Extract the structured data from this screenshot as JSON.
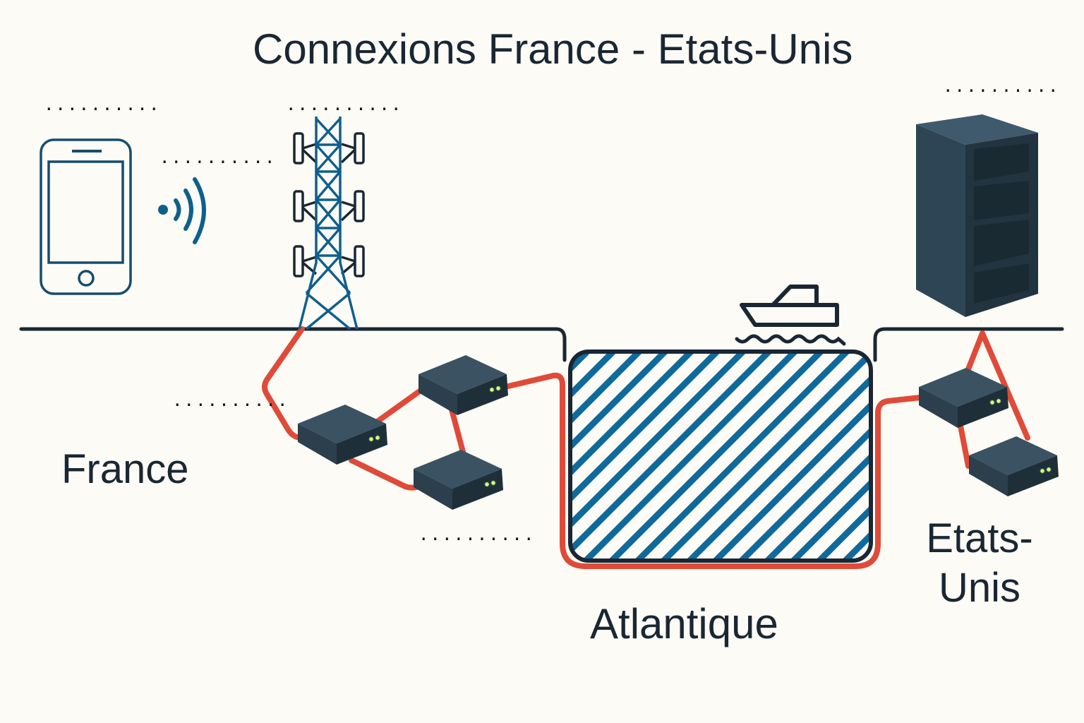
{
  "diagram": {
    "title": "Connexions France - Etats-Unis",
    "regions": {
      "france": "France",
      "ocean": "Atlantique",
      "us_line1": "Etats-",
      "us_line2": "Unis"
    },
    "placeholders": {
      "phone": "..........",
      "wireless": "..........",
      "tower": "..........",
      "routers_left": "..........",
      "routers_bottom": "..........",
      "datacenter": ".........."
    },
    "nodes": [
      {
        "id": "smartphone",
        "type": "phone-icon"
      },
      {
        "id": "wireless-signal",
        "type": "wifi-signal-icon"
      },
      {
        "id": "cell-tower",
        "type": "antenna-tower-icon"
      },
      {
        "id": "router-fr-1",
        "type": "router-icon"
      },
      {
        "id": "router-fr-2",
        "type": "router-icon"
      },
      {
        "id": "router-fr-3",
        "type": "router-icon"
      },
      {
        "id": "submarine-cable",
        "type": "cable"
      },
      {
        "id": "ship",
        "type": "boat-icon"
      },
      {
        "id": "router-us-1",
        "type": "router-icon"
      },
      {
        "id": "router-us-2",
        "type": "router-icon"
      },
      {
        "id": "datacenter-server",
        "type": "server-rack-icon"
      }
    ],
    "colors": {
      "background": "#fcfbf6",
      "ink": "#1a2733",
      "blue": "#0f5f8c",
      "cable_red": "#e04a38",
      "device_dark": "#2b4150",
      "led": "#e8f28a"
    }
  }
}
